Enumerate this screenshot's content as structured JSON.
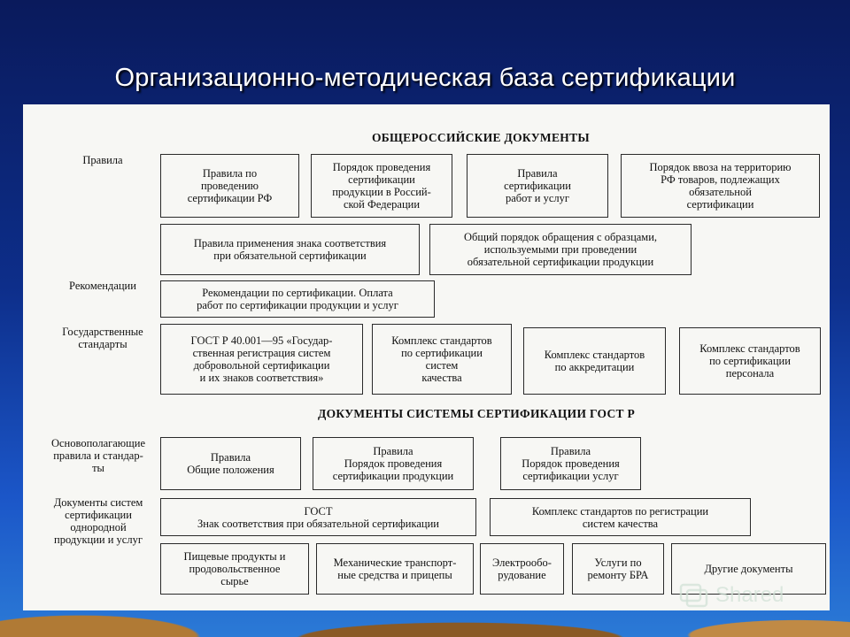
{
  "slide": {
    "title": "Организационно-методическая база сертификации"
  },
  "sections": {
    "all_russian": "ОБЩЕРОССИЙСКИЕ ДОКУМЕНТЫ",
    "gost_r_system": "ДОКУМЕНТЫ СИСТЕМЫ СЕРТИФИКАЦИИ ГОСТ Р"
  },
  "row_labels": {
    "rules": "Правила",
    "recommendations": "Рекомендации",
    "state_standards": "Государственные\nстандарты",
    "fundamental_rules": "Основополагающие\nправила и стандар-\nты",
    "homogeneous_docs": "Документы систем\nсертификации\nоднородной\nпродукции и услуг"
  },
  "boxes": {
    "rules_rf": "Правила по\nпроведению\nсертификации РФ",
    "procedure_russia": "Порядок проведения\nсертификации\nпродукции в Россий-\nской Федерации",
    "rules_works": "Правила\nсертификации\nработ и услуг",
    "import_procedure": "Порядок ввоза на территорию\nРФ товаров, подлежащих\nобязательной\nсертификации",
    "conformity_mark": "Правила применения знака соответствия\nпри обязательной сертификации",
    "samples_procedure": "Общий порядок обращения с образцами,\nиспользуемыми при проведении\nобязательной сертификации продукции",
    "recommendations_payment": "Рекомендации по сертификации. Оплата\nработ по сертификации продукции и услуг",
    "gost_40001": "ГОСТ Р 40.001—95 «Государ-\nственная регистрация систем\nдобровольной сертификации\nи их знаков соответствия»",
    "quality_systems": "Комплекс стандартов\nпо сертификации\nсистем\nкачества",
    "accreditation": "Комплекс стандартов\nпо аккредитации",
    "personnel": "Комплекс стандартов\nпо сертификации\nперсонала",
    "general_provisions": "Правила\nОбщие положения",
    "product_procedure": "Правила\nПорядок проведения\nсертификации продукции",
    "services_procedure": "Правила\nПорядок проведения\nсертификации услуг",
    "gost_mark": "ГОСТ\nЗнак соответствия при обязательной сертификации",
    "registration_complex": "Комплекс стандартов по регистрации\nсистем качества",
    "food": "Пищевые продукты и\nпродовольственное\nсырье",
    "vehicles": "Механические транспорт-\nные средства и прицепы",
    "electrical": "Электрообо-\nрудование",
    "repair_services": "Услуги по\nремонту БРА",
    "other_docs": "Другие документы"
  },
  "watermark": {
    "text": "Shared",
    "icon": "watermark-logo-icon"
  }
}
